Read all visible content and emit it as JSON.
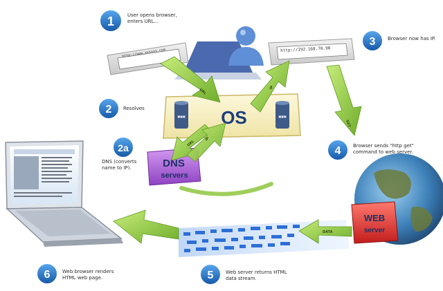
{
  "steps": [
    {
      "num": "1",
      "text": "User opens browser, enters URL..."
    },
    {
      "num": "2",
      "text": "Resolves"
    },
    {
      "num": "2a",
      "text": "DNS (converts name to IP)."
    },
    {
      "num": "3",
      "text": "Browser now has IP."
    },
    {
      "num": "4",
      "text": "Browser sends \"http get\" command to web server."
    },
    {
      "num": "5",
      "text": "Web server returns HTML data stream."
    },
    {
      "num": "6",
      "text": "Web browser renders HTML web page."
    }
  ],
  "url_bar_text": "http://www.xxxxxx.com",
  "ip_bar_text": "http://192.168.70.98",
  "os_label": "OS",
  "dns_label_line1": "DNS",
  "dns_label_line2": "servers",
  "web_label_line1": "WEB",
  "web_label_line2": "server",
  "arrow_labels": {
    "url_to_os": "URL",
    "os_to_ip": "IP",
    "os_to_dns": "URL",
    "dns_to_os": "IP",
    "get": "GET",
    "data": "DATA"
  },
  "colors": {
    "badge": "#1f6fc4",
    "arrow": "#8ec63f",
    "os_box": "#f6efc0",
    "dns_box": "#b06ad8",
    "web_box": "#e23b3b"
  }
}
